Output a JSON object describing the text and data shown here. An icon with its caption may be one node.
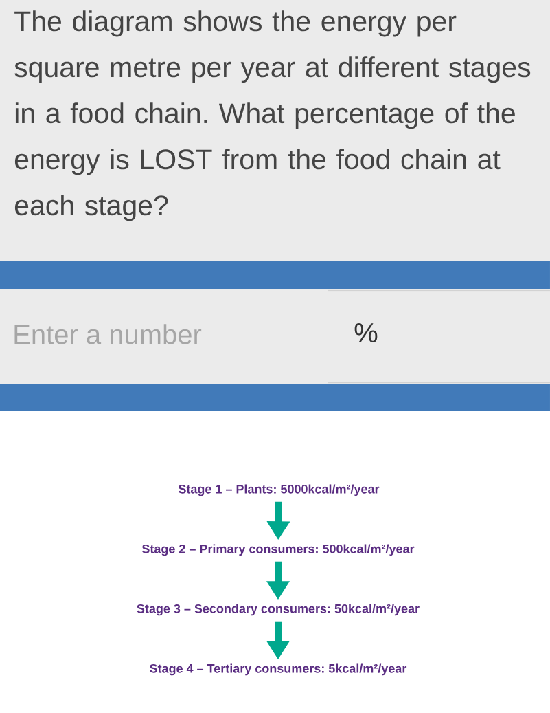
{
  "diagram": {
    "title": "The diagram shows the energy per square metre per year at different stages in a food chain. What percentage of the energy is LOST from the food chain at each stage?",
    "nodes": [
      {
        "text": [
          "Stage 1 – Plants: 5000kcal/m²/year"
        ]
      },
      {
        "text": [
          "Stage 2 – Primary consumers: 500kcal/m²/year"
        ]
      },
      {
        "text": [
          "Stage 3 – Secondary consumers: 50kcal/m²/year"
        ]
      },
      {
        "text": [
          "Stage 4 – Tertiary consumers: 5kcal/m²/year"
        ]
      }
    ],
    "edges": [
      {
        "from": 0,
        "to": 1,
        "arrow": "to"
      },
      {
        "from": 1,
        "to": 2,
        "arrow": "to"
      },
      {
        "from": 2,
        "to": 3,
        "arrow": "to"
      }
    ],
    "labels": [
      "Enter a number",
      "%"
    ]
  }
}
